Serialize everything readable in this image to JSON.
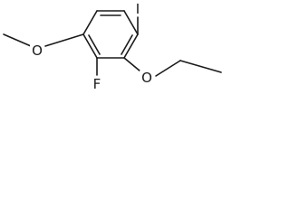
{
  "molecule": {
    "atoms": {
      "iodine": "I",
      "ether_oxygen_left": "O",
      "ether_oxygen_right": "O",
      "fluorine": "F"
    },
    "substituents": [
      "iodo",
      "methoxy",
      "fluoro",
      "ethoxy"
    ],
    "ring": "benzene"
  }
}
